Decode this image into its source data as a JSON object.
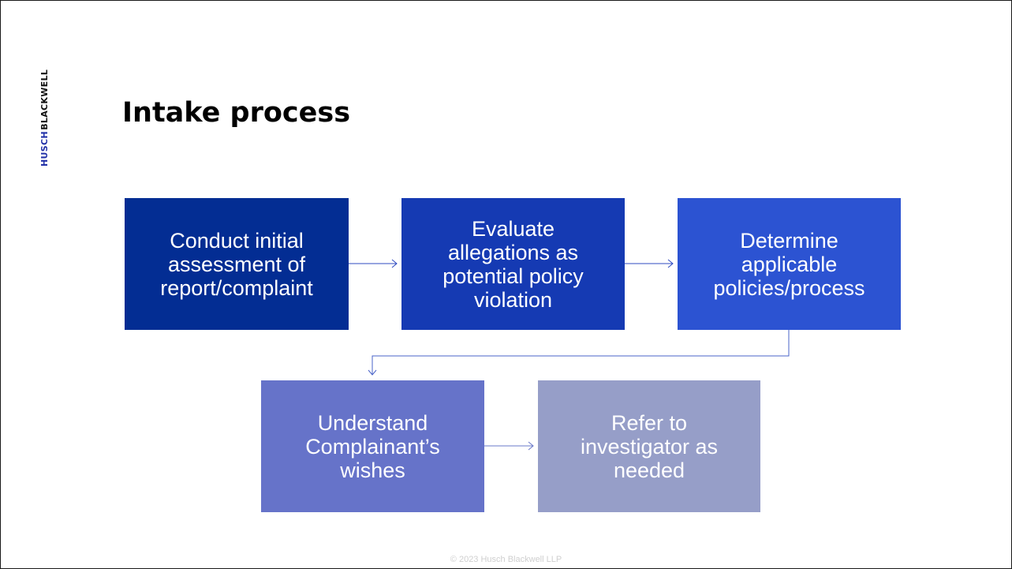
{
  "slide": {
    "logo_primary": "HUSCH",
    "logo_secondary": "BLACKWELL",
    "title": "Intake process",
    "footer": "© 2023 Husch Blackwell LLP"
  },
  "steps": [
    {
      "lines": [
        "Conduct initial",
        "assessment of",
        "report/complaint"
      ],
      "color": "#032d93"
    },
    {
      "lines": [
        "Evaluate",
        "allegations as",
        "potential policy",
        "violation"
      ],
      "color": "#153ab3"
    },
    {
      "lines": [
        "Determine",
        "applicable",
        "policies/process"
      ],
      "color": "#2c53d2"
    },
    {
      "lines": [
        "Understand",
        "Complainant’s",
        "wishes"
      ],
      "color": "#6673c9"
    },
    {
      "lines": [
        "Refer to",
        "investigator as",
        "needed"
      ],
      "color": "#969ec8"
    }
  ],
  "colors": {
    "connector": "#2f4bc1",
    "logo_accent": "#2231a8"
  }
}
